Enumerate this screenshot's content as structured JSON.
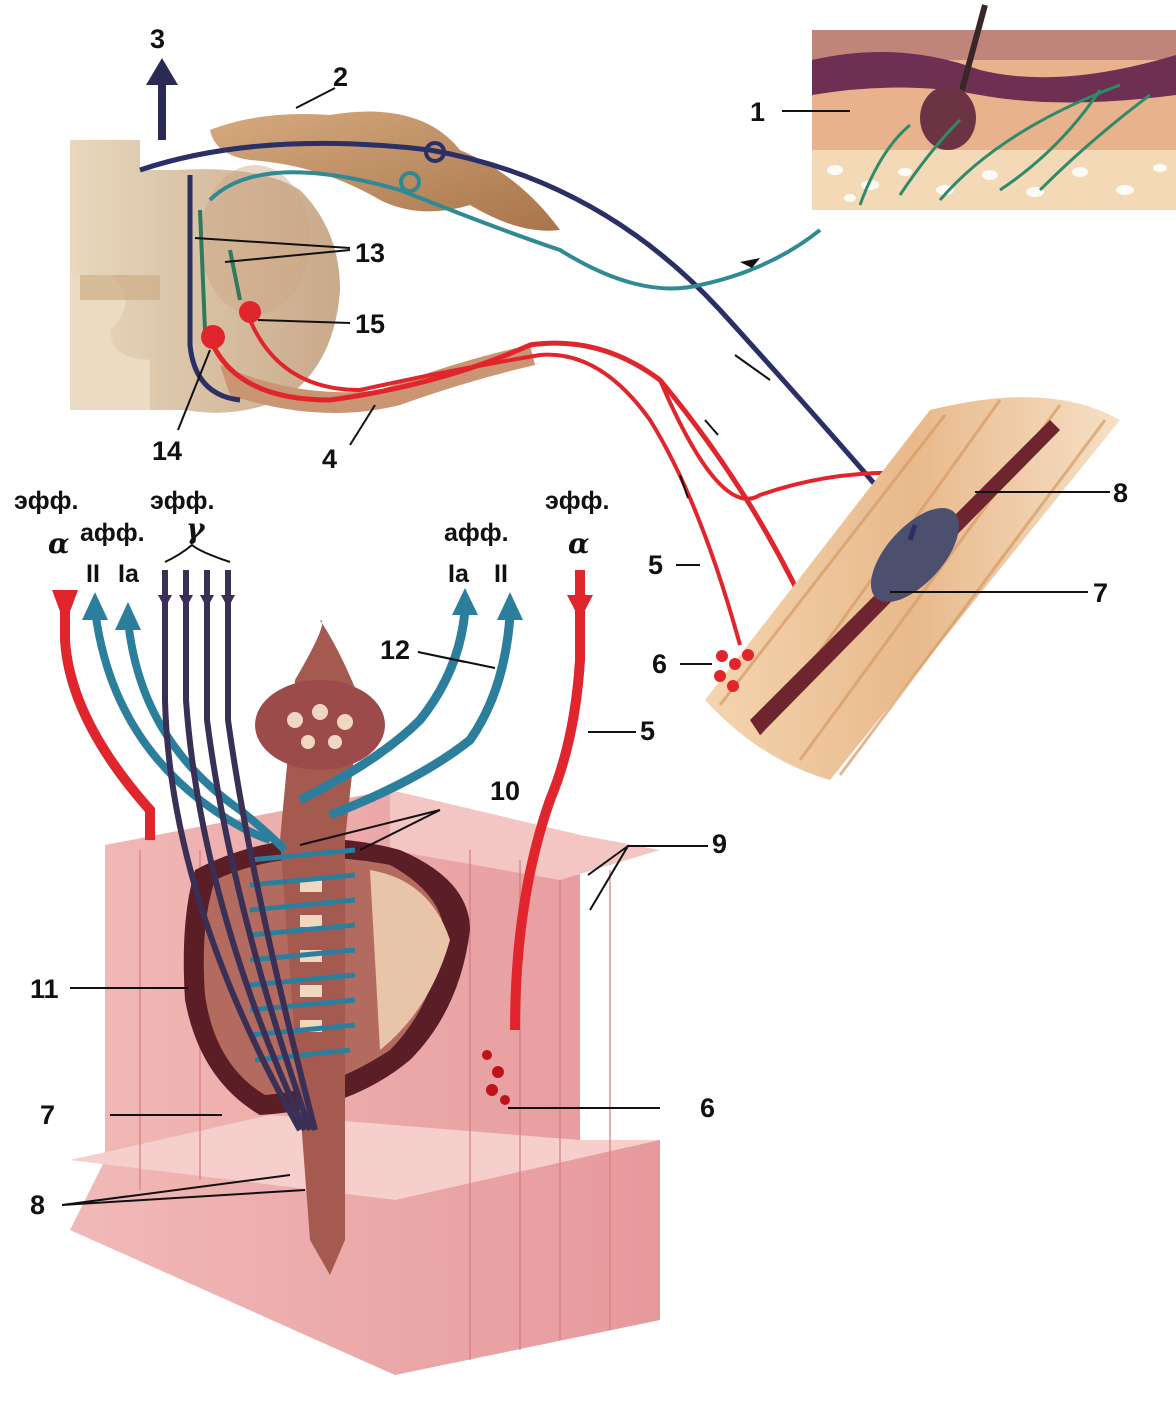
{
  "figure": {
    "labels": {
      "n1": "1",
      "n2": "2",
      "n3": "3",
      "n4": "4",
      "n5_top": "5",
      "n5_bottom": "5",
      "n6_top": "6",
      "n6_bottom": "6",
      "n7_top": "7",
      "n7_bottom": "7",
      "n8_top": "8",
      "n8_bottom": "8",
      "n9": "9",
      "n10": "10",
      "n11": "11",
      "n12": "12",
      "n13": "13",
      "n14": "14",
      "n15": "15"
    },
    "fiber_labels": {
      "eff_left": "эфф.",
      "alpha_left": "α",
      "aff_left": "афф.",
      "ii_left": "II",
      "ia_left": "Ia",
      "eff_gamma": "эфф.",
      "gamma": "γ",
      "aff_right": "афф.",
      "ia_right": "Ia",
      "ii_right": "II",
      "eff_right": "эфф.",
      "alpha_right": "α"
    },
    "colors": {
      "afferent_skin": "#2f8a94",
      "afferent_spindle": "#2c7f9c",
      "efferent_alpha": "#e0262c",
      "efferent_gamma": "#3a2f55",
      "dark_afferent": "#2a2f66",
      "spinal_cord": "#d9c2a3",
      "muscle": "#e9a6a8"
    }
  }
}
